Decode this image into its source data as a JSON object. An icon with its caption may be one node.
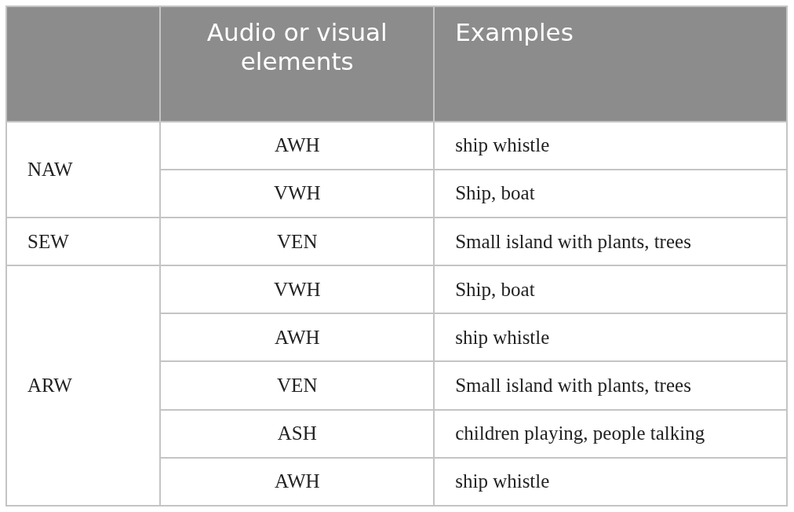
{
  "diagram": {
    "labels": [
      "Audio or visual elements",
      "Examples",
      "NAW",
      "AWH",
      "ship whistle",
      "VWH",
      "Ship, boat",
      "SEW",
      "VEN",
      "Small island with plants, trees",
      "ARW",
      "VWH",
      "Ship, boat",
      "AWH",
      "ship whistle",
      "VEN",
      "Small island with plants, trees",
      "ASH",
      "children playing, people talking",
      "AWH",
      "ship whistle"
    ]
  }
}
